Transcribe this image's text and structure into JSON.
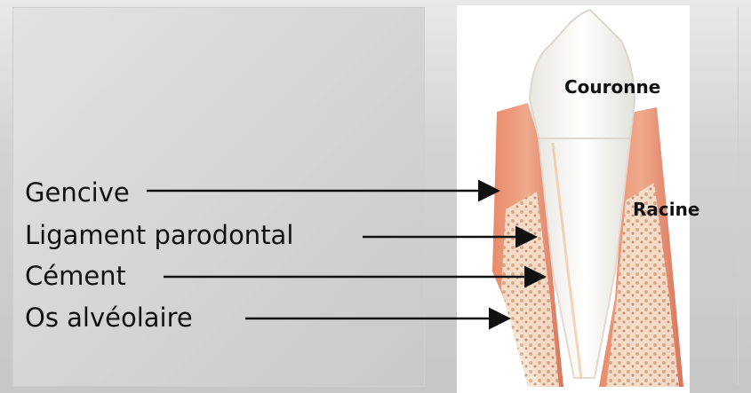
{
  "labels": {
    "gencive": "Gencive",
    "ligament": "Ligament parodontal",
    "cement": "Cément",
    "os": "Os alvéolaire"
  },
  "sections": {
    "crown": "Couronne",
    "root": "Racine"
  },
  "colors": {
    "gum": "#e69577",
    "enamel": "#f7f5ef",
    "bone": "#f0d6bd",
    "arrow": "#111111"
  }
}
